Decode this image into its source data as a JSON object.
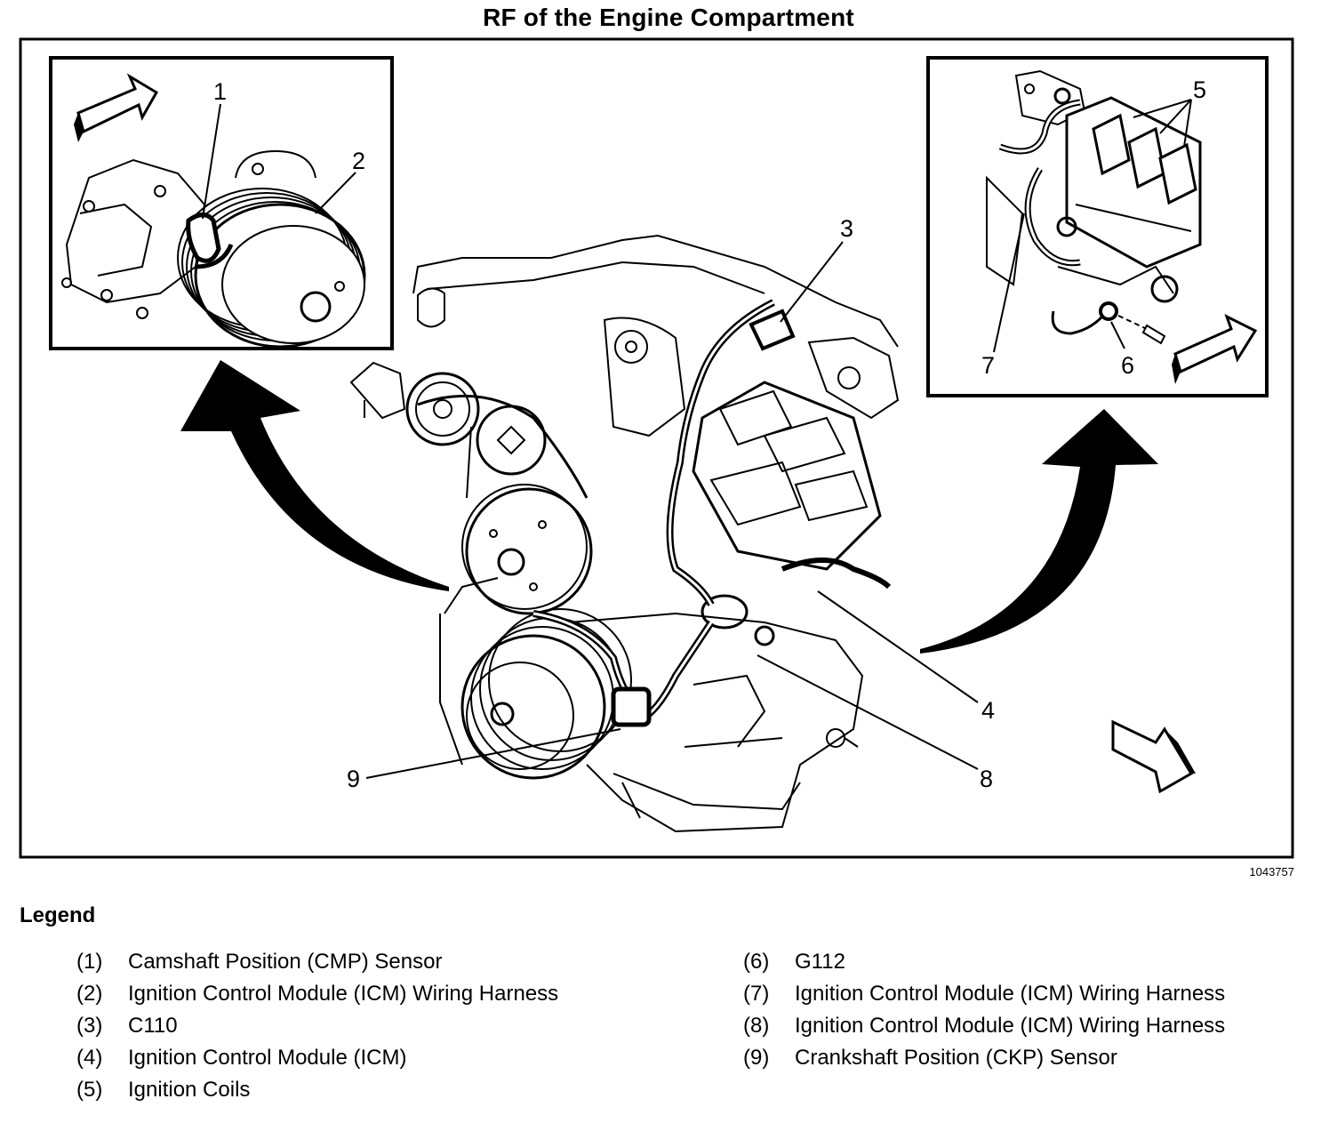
{
  "title": "RF of the Engine Compartment",
  "figure_number": "1043757",
  "callouts": [
    "1",
    "2",
    "3",
    "4",
    "5",
    "6",
    "7",
    "8",
    "9"
  ],
  "legend": {
    "heading": "Legend",
    "items": [
      {
        "num": "(1)",
        "text": "Camshaft Position (CMP) Sensor"
      },
      {
        "num": "(2)",
        "text": "Ignition Control Module (ICM) Wiring Harness"
      },
      {
        "num": "(3)",
        "text": "C110"
      },
      {
        "num": "(4)",
        "text": "Ignition Control Module (ICM)"
      },
      {
        "num": "(5)",
        "text": "Ignition Coils"
      },
      {
        "num": "(6)",
        "text": "G112"
      },
      {
        "num": "(7)",
        "text": "Ignition Control Module (ICM) Wiring Harness"
      },
      {
        "num": "(8)",
        "text": "Ignition Control Module (ICM) Wiring Harness"
      },
      {
        "num": "(9)",
        "text": "Crankshaft Position (CKP) Sensor"
      }
    ]
  }
}
